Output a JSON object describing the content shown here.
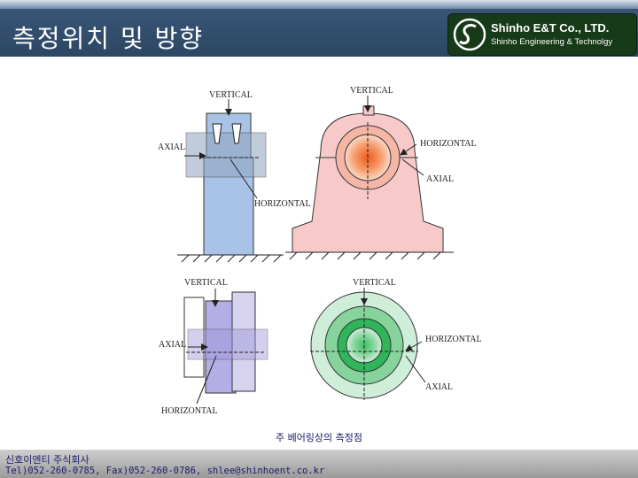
{
  "header": {
    "title": "측정위치 및 방향"
  },
  "logo": {
    "name": "Shinho E&T Co., LTD.",
    "tagline": "Shinho Engineering & Technolgy"
  },
  "diagrams": {
    "top_left": {
      "vertical": "VERTICAL",
      "axial": "AXIAL",
      "horizontal": "HORIZONTAL"
    },
    "top_right": {
      "vertical": "VERTICAL",
      "horizontal": "HORIZONTAL",
      "axial": "AXIAL"
    },
    "bottom_left": {
      "vertical": "VERTICAL",
      "axial": "AXIAL",
      "horizontal": "HORIZONTAL"
    },
    "bottom_right": {
      "vertical": "VERTICAL",
      "horizontal": "HORIZONTAL",
      "axial": "AXIAL"
    }
  },
  "caption": "주 베어링상의 측정점",
  "footer": {
    "company": "신호이엔티 주식회사",
    "contact": "Tel)052-260-0785, Fax)052-260-0786, shlee@shinhoent.co.kr"
  },
  "colors": {
    "header_bg": "#2c4763",
    "logo_bg": "#173a18",
    "housing_blue": "#a9c3e6",
    "pedestal_pink": "#f7c9c9",
    "bearing_orange": "#ef6a32",
    "housing_purple": "#b4aee6",
    "bearing_green": "#2fb65a"
  }
}
